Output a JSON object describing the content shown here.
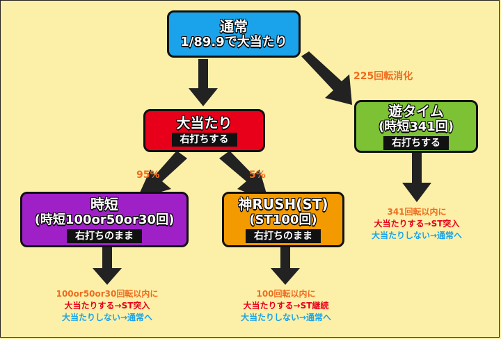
{
  "colors": {
    "background": "#fcf0a8",
    "normal": "#1aa3ea",
    "jackpot": "#e8001b",
    "asobi": "#7cc234",
    "jitan": "#a020c8",
    "kamirush": "#f39a00",
    "label_orange": "#ef6c1f",
    "arrow": "#222222"
  },
  "nodes": {
    "normal": {
      "line1": "通常",
      "line2": "1/89.9で大当たり"
    },
    "jackpot": {
      "line1": "大当たり",
      "tag": "右打ちする"
    },
    "asobi": {
      "line1": "遊タイム",
      "line2": "(時短341回)",
      "tag": "右打ちする"
    },
    "jitan": {
      "line1": "時短",
      "line2": "(時短100or50or30回)",
      "tag": "右打ちのまま"
    },
    "kamirush": {
      "line1": "神RUSH(ST)",
      "line2": "(ST100回)",
      "tag": "右打ちのまま"
    }
  },
  "edges": {
    "normal_to_asobi": "225回転消化",
    "jackpot_to_jitan": "95%",
    "jackpot_to_kamirush": "5%"
  },
  "outcomes": {
    "asobi": {
      "line1": "341回転以内に",
      "line2": "大当たりする→ST突入",
      "line3": "大当たりしない→通常へ"
    },
    "jitan": {
      "line1": "100or50or30回転以内に",
      "line2": "大当たりする→ST突入",
      "line3": "大当たりしない→通常へ"
    },
    "kamirush": {
      "line1": "100回転以内に",
      "line2": "大当たりする→ST継続",
      "line3": "大当たりしない→通常へ"
    }
  }
}
